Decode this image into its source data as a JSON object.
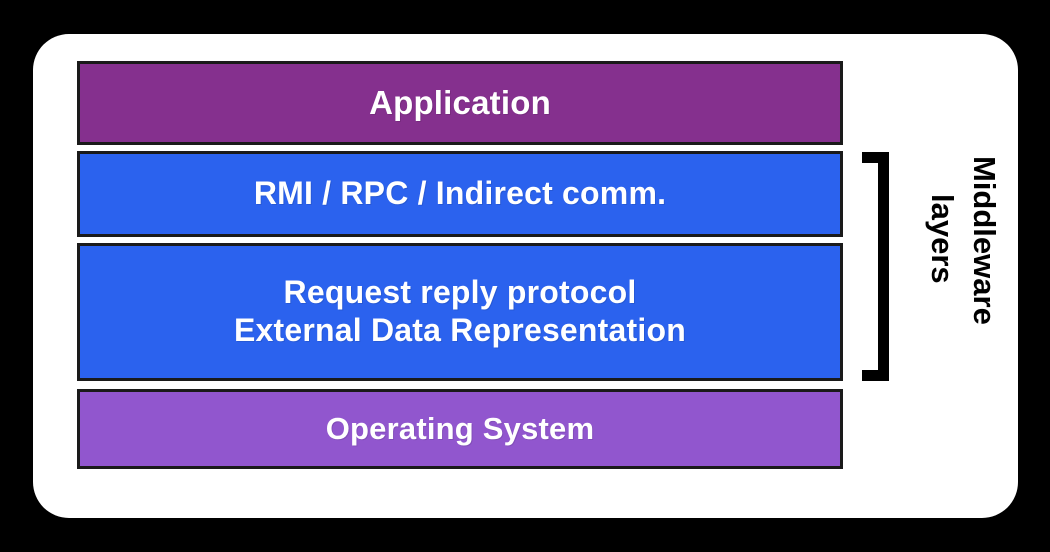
{
  "diagram": {
    "title": "Middleware layers architecture stack",
    "background_color": "#000000",
    "card_color": "#ffffff",
    "layers": [
      {
        "name": "application",
        "lines": [
          "Application"
        ],
        "color": "#85308E",
        "is_middleware": false
      },
      {
        "name": "rmi-rpc-indirect-comm",
        "lines": [
          "RMI / RPC / Indirect comm."
        ],
        "color": "#2B62EE",
        "is_middleware": true
      },
      {
        "name": "request-reply-protocol",
        "lines": [
          "Request reply protocol",
          "External Data Representation"
        ],
        "color": "#2B62EE",
        "is_middleware": true
      },
      {
        "name": "operating-system",
        "lines": [
          "Operating System"
        ],
        "color": "#9156CE",
        "is_middleware": false
      }
    ],
    "bracket": {
      "label_lines": [
        "Middleware",
        "layers"
      ],
      "color": "#000000",
      "spans_layers": [
        "rmi-rpc-indirect-comm",
        "request-reply-protocol"
      ]
    }
  }
}
